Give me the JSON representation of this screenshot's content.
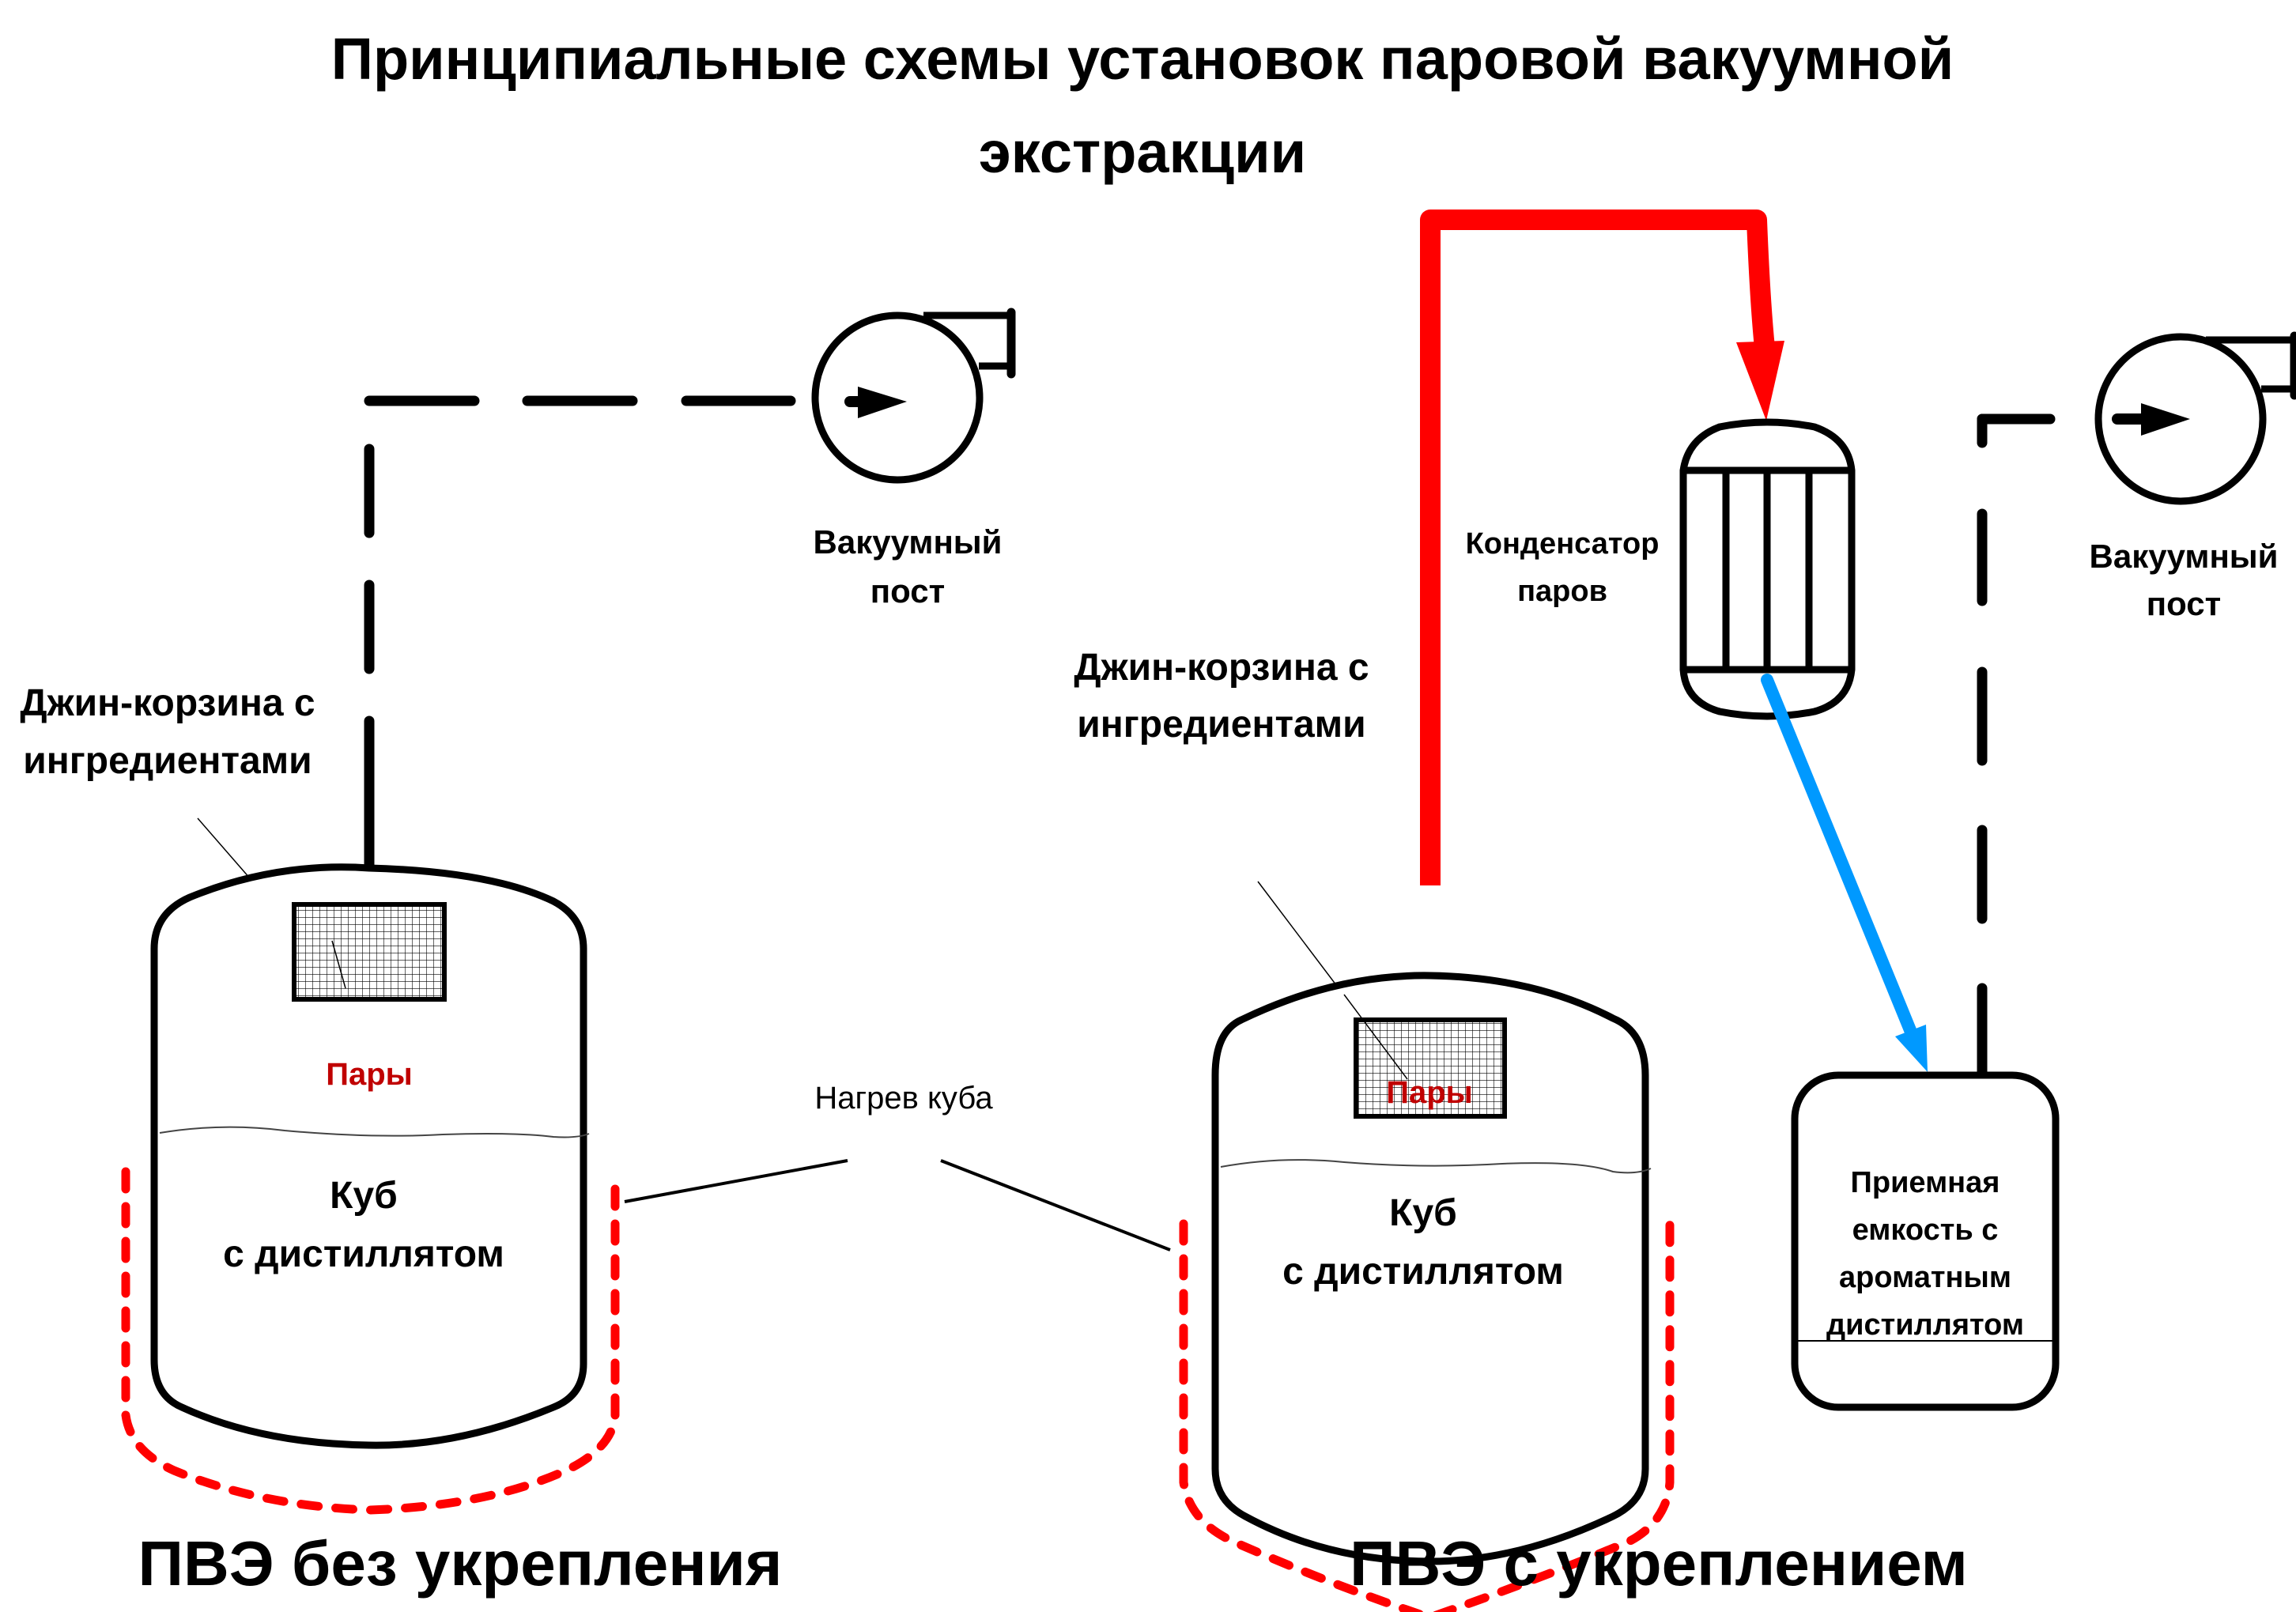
{
  "title": {
    "line1": "Принципиальные схемы установок паровой вакуумной",
    "line2": "экстракции"
  },
  "colors": {
    "vapor_pipe": "#ff0000",
    "condensate_pipe": "#0099ff",
    "heater": "#ff0000",
    "vapor_label": "#c00000",
    "vacuum_line": "#000000"
  },
  "left_scheme": {
    "caption": "ПВЭ без укрепления",
    "vacuum_pump_label": [
      "Вакуумный",
      "пост"
    ],
    "basket_label": [
      "Джин-корзина с",
      "ингредиентами"
    ],
    "vapor_label": "Пары",
    "still_label": [
      "Куб",
      "с дистиллятом"
    ]
  },
  "right_scheme": {
    "caption": "ПВЭ с укреплением",
    "vacuum_pump_label": [
      "Вакуумный",
      "пост"
    ],
    "basket_label": [
      "Джин-корзина с",
      "ингредиентами"
    ],
    "vapor_label": "Пары",
    "still_label": [
      "Куб",
      "с дистиллятом"
    ],
    "condenser_label": [
      "Конденсатор",
      "паров"
    ],
    "receiver_label": [
      "Приемная",
      "емкость с",
      "ароматным",
      "дистиллятом"
    ]
  },
  "shared": {
    "heating_label": "Нагрев куба"
  },
  "icons": {
    "vacuum_pump": "vacuum-pump-icon",
    "condenser": "shell-tube-condenser-icon",
    "basket": "mesh-basket-icon",
    "still": "still-vessel-icon",
    "receiver": "receiver-vessel-icon"
  }
}
